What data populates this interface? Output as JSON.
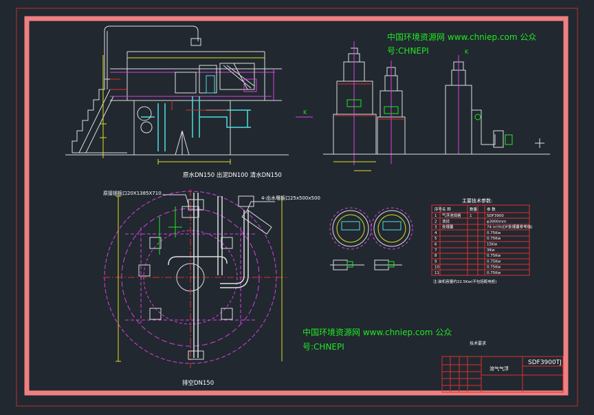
{
  "watermark_top": {
    "line1": "中国环境资源网  www.chniep.com      公众",
    "line2": "号:CHNEPI"
  },
  "watermark_bottom": {
    "line1": "中国环境资源网  www.chniep.com      公众",
    "line2": "号:CHNEPI"
  },
  "labels": {
    "section_k_right": "K",
    "section_k_left": "K",
    "pipes_top": "原水DN150 出泥DN100 清水DN150",
    "drain_bottom": "排空DN150",
    "flange_left": "原接钢板口20X1385X710",
    "weir_right": "4-出水堰板口25x500x500"
  },
  "specs": {
    "title": "主要技术参数:",
    "headers": [
      "序号",
      "名  称",
      "数量",
      "参  数"
    ],
    "rows": [
      [
        "1",
        "气浮池规格",
        "1",
        "SDF3900"
      ],
      [
        "2",
        "池径",
        "",
        "φ3900mm"
      ],
      [
        "3",
        "处理量",
        "",
        "74 m³/h(DF处理量参考值)"
      ],
      [
        "4",
        "",
        "",
        "0.75Kw"
      ],
      [
        "5",
        "",
        "",
        "0.75Kw"
      ],
      [
        "6",
        "",
        "",
        "15Kw"
      ],
      [
        "7",
        "",
        "",
        "3Kw"
      ],
      [
        "8",
        "",
        "",
        "0.75Kw"
      ],
      [
        "9",
        "",
        "",
        "0.75Kw"
      ],
      [
        "10",
        "",
        "",
        "0.75Kw"
      ],
      [
        "11",
        "",
        "",
        "0.75Kw"
      ]
    ],
    "notes": "注:装机容量约22.5Kw(不包括配电柜)"
  },
  "tech_req": {
    "title": "技术要求"
  },
  "title_block": {
    "drawing_no": "SDF3900TJ",
    "name": "溶气气浮"
  },
  "colors": {
    "background": "#212830",
    "frame": "#f08080",
    "line_white": "#ffffff",
    "line_cyan": "#4fe0e0",
    "line_magenta": "#e040e0",
    "line_green": "#21e821",
    "line_red": "#e03030",
    "line_yellow": "#e0e020"
  }
}
